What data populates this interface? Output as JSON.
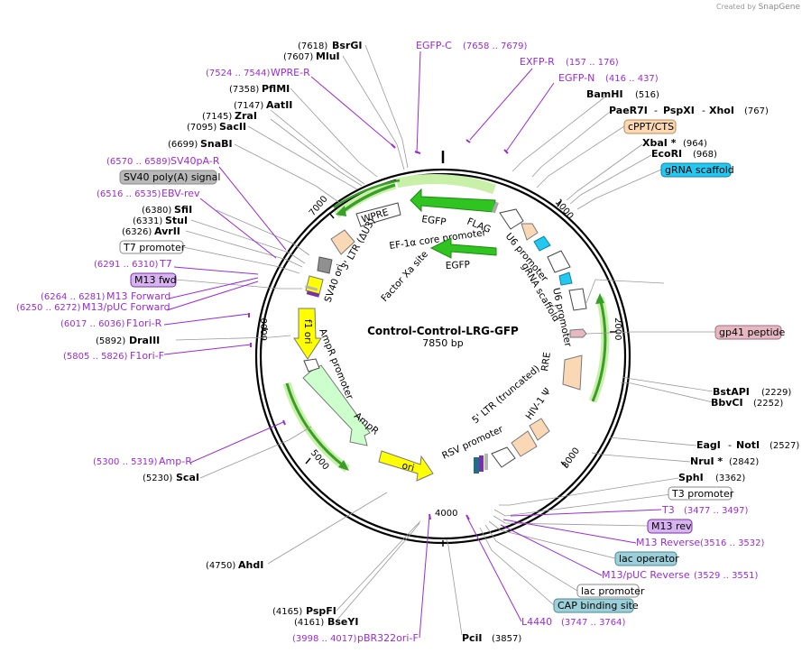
{
  "brand": {
    "prefix": "Created by",
    "name": "SnapGene"
  },
  "plasmid": {
    "name": "Control-Control-LRG-GFP",
    "size": "7850 bp",
    "length": 7850
  },
  "ticks": [
    {
      "pos": 1000,
      "label": "1000"
    },
    {
      "pos": 2000,
      "label": "2000"
    },
    {
      "pos": 3000,
      "label": "3000"
    },
    {
      "pos": 4000,
      "label": "4000"
    },
    {
      "pos": 5000,
      "label": "5000"
    },
    {
      "pos": 6000,
      "label": "6000"
    },
    {
      "pos": 7000,
      "label": "7000"
    }
  ],
  "enzymes": [
    {
      "name": "BsrGI",
      "pos": "(7618)"
    },
    {
      "name": "MluI",
      "pos": "(7607)"
    },
    {
      "name": "PflMI",
      "pos": "(7358)"
    },
    {
      "name": "AatII",
      "pos": "(7147)"
    },
    {
      "name": "ZraI",
      "pos": "(7145)"
    },
    {
      "name": "SacII",
      "pos": "(7095)"
    },
    {
      "name": "SnaBI",
      "pos": "(6699)"
    },
    {
      "name": "SfiI",
      "pos": "(6380)"
    },
    {
      "name": "StuI",
      "pos": "(6331)"
    },
    {
      "name": "AvrII",
      "pos": "(6326)"
    },
    {
      "name": "DraIII",
      "pos": "(5892)"
    },
    {
      "name": "ScaI",
      "pos": "(5230)"
    },
    {
      "name": "AhdI",
      "pos": "(4750)"
    },
    {
      "name": "PspFI",
      "pos": "(4165)"
    },
    {
      "name": "BseYI",
      "pos": "(4161)"
    },
    {
      "name": "PciI",
      "pos": "(3857)"
    },
    {
      "name": "BamHI",
      "pos": "(516)"
    },
    {
      "name": "PaeR7I",
      "pos": ""
    },
    {
      "name": "PspXI",
      "pos": ""
    },
    {
      "name": "XhoI",
      "pos": "(767)"
    },
    {
      "name": "XbaI *",
      "pos": "(964)"
    },
    {
      "name": "EcoRI",
      "pos": "(968)"
    },
    {
      "name": "BstAPI",
      "pos": "(2229)"
    },
    {
      "name": "BbvCI",
      "pos": "(2252)"
    },
    {
      "name": "EagI",
      "pos": ""
    },
    {
      "name": "NotI",
      "pos": "(2527)"
    },
    {
      "name": "NruI *",
      "pos": "(2842)"
    },
    {
      "name": "SphI",
      "pos": "(3362)"
    }
  ],
  "primers": [
    {
      "name": "EGFP-C",
      "pos": "(7658 .. 7679)"
    },
    {
      "name": "EXFP-R",
      "pos": "(157 .. 176)"
    },
    {
      "name": "EGFP-N",
      "pos": "(416 .. 437)"
    },
    {
      "name": "WPRE-R",
      "pos": "(7524 .. 7544)"
    },
    {
      "name": "SV40pA-R",
      "pos": "(6570 .. 6589)"
    },
    {
      "name": "EBV-rev",
      "pos": "(6516 .. 6535)"
    },
    {
      "name": "T7",
      "pos": "(6291 .. 6310)"
    },
    {
      "name": "M13 Forward",
      "pos": "(6264 .. 6281)"
    },
    {
      "name": "M13/pUC Forward",
      "pos": "(6250 .. 6272)"
    },
    {
      "name": "F1ori-R",
      "pos": "(6017 .. 6036)"
    },
    {
      "name": "F1ori-F",
      "pos": "(5805 .. 5826)"
    },
    {
      "name": "Amp-R",
      "pos": "(5300 .. 5319)"
    },
    {
      "name": "pBR322ori-F",
      "pos": "(3998 .. 4017)"
    },
    {
      "name": "L4440",
      "pos": "(3747 .. 3764)"
    },
    {
      "name": "T3",
      "pos": "(3477 .. 3497)"
    },
    {
      "name": "M13 Reverse",
      "pos": "(3516 .. 3532)"
    },
    {
      "name": "M13/pUC Reverse",
      "pos": "(3529 .. 3551)"
    }
  ],
  "boxes": {
    "sv40polya": "SV40 poly(A) signal",
    "t7promoter": "T7 promoter",
    "m13fwd": "M13 fwd",
    "cppt": "cPPT/CTS",
    "grna": "gRNA scaffold",
    "gp41": "gp41 peptide",
    "t3promoter": "T3 promoter",
    "m13rev": "M13 rev",
    "lacop": "lac operator",
    "lacprom": "lac promoter",
    "cap": "CAP binding site"
  },
  "features": {
    "wpre": "WPRE",
    "egfp_outer": "EGFP",
    "flag": "FLAG",
    "ef1a": "EF-1α core promoter",
    "u6_1": "U6 promoter",
    "grna_scaffold": "gRNA scaffold",
    "u6_2": "U6 promoter",
    "ltr3": "3' LTR (ΔU3)",
    "sv40ori": "SV40 ori",
    "factorxa": "Factor Xa site",
    "egfp_inner": "EGFP",
    "f1ori": "f1 ori",
    "ampr_prom": "AmpR promoter",
    "ampr": "AmpR",
    "ori": "ori",
    "rre": "RRE",
    "ltr5": "5' LTR (truncated)",
    "hiv": "HIV-1 Ψ",
    "rsv": "RSV promoter"
  },
  "colors": {
    "egfp": "#2fc41f",
    "orf_green": "#3a9e2a",
    "ori_yellow": "#ffff00",
    "ampr_light": "#ccffcc",
    "ltr_beige": "#fbd8b5",
    "primer_purple": "#9a2bd6",
    "grna_cyan": "#22c8f0",
    "gp41_pink": "#e6b8c4",
    "lac_teal": "#9ccfd8",
    "m13_lilac": "#d7b4f0"
  }
}
